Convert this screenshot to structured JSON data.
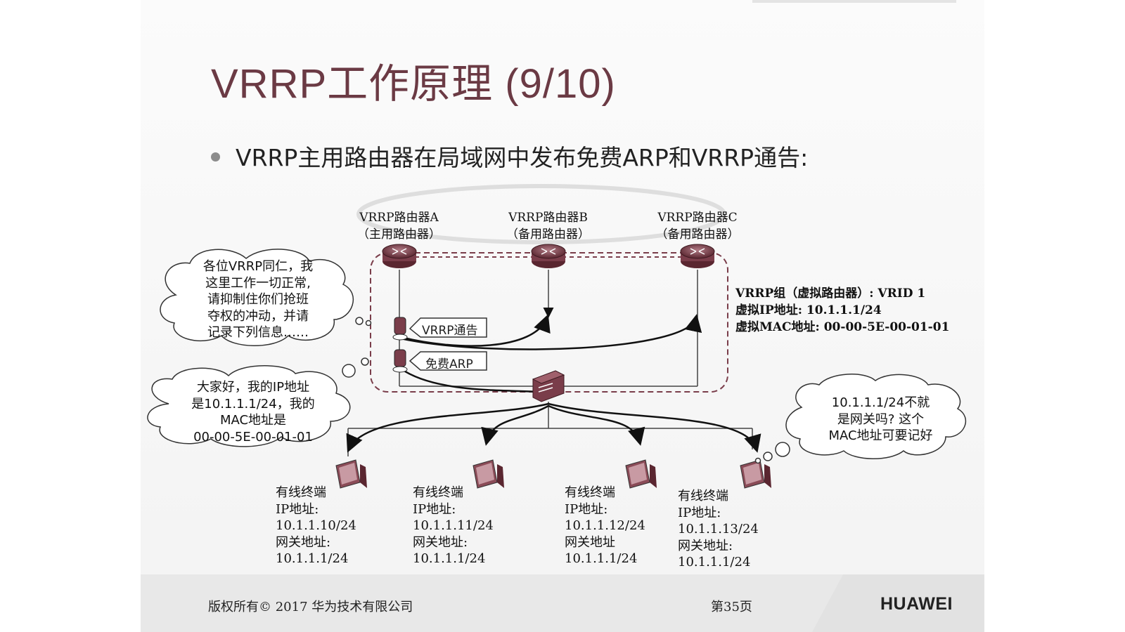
{
  "slide": {
    "title": "VRRP工作原理 (9/10)",
    "bullet": "VRRP主用路由器在局域网中发布免费ARP和VRRP通告:"
  },
  "routers": [
    {
      "name": "VRRP路由器A",
      "role": "（主用路由器）"
    },
    {
      "name": "VRRP路由器B",
      "role": "（备用路由器）"
    },
    {
      "name": "VRRP路由器C",
      "role": "（备用路由器）"
    }
  ],
  "vrrp_group": {
    "line1": "VRRP组（虚拟路由器）: VRID 1",
    "line2": "虚拟IP地址: 10.1.1.1/24",
    "line3": "虚拟MAC地址: 00-00-5E-00-01-01"
  },
  "tags": {
    "advert": "VRRP通告",
    "arp": "免费ARP"
  },
  "clouds": {
    "router_msg": [
      "各位VRRP同仁，我",
      "这里工作一切正常,",
      "请抑制住你们抢班",
      "夺权的冲动，并请",
      "记录下列信息……"
    ],
    "arp_msg": [
      "大家好，我的IP地址",
      "是10.1.1.1/24，我的",
      "MAC地址是",
      "00-00-5E-00-01-01"
    ],
    "host_msg": [
      "10.1.1.1/24不就",
      "是网关吗? 这个",
      "MAC地址可要记好"
    ]
  },
  "terminals": [
    {
      "type": "有线终端",
      "ip_label": "IP地址:",
      "ip": "10.1.1.10/24",
      "gw_label": "网关地址:",
      "gw": "10.1.1.1/24"
    },
    {
      "type": "有线终端",
      "ip_label": "IP地址:",
      "ip": "10.1.1.11/24",
      "gw_label": "网关地址:",
      "gw": "10.1.1.1/24"
    },
    {
      "type": "有线终端",
      "ip_label": "IP地址:",
      "ip": "10.1.1.12/24",
      "gw_label": "网关地址",
      "gw": "10.1.1.1/24"
    },
    {
      "type": "有线终端",
      "ip_label": "IP地址:",
      "ip": "10.1.1.13/24",
      "gw_label": "网关地址:",
      "gw": "10.1.1.1/24"
    }
  ],
  "footer": {
    "copyright": "版权所有© 2017 华为技术有限公司",
    "page": "第35页",
    "brand": "HUAWEI"
  },
  "colors": {
    "title": "#6b3a44",
    "router": "#7a3d4a",
    "brand_red": "#c8102e"
  }
}
